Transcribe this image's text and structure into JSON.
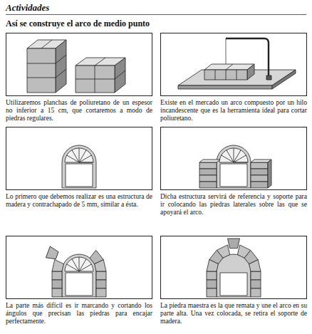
{
  "diagram": {
    "title": "Actividades",
    "nodes": [
      {
        "text": [
          "Utilizaremos planchas de poliuretano de un espesor no inferior a 15 cm, que cortaremos a modo de piedras regulares."
        ]
      },
      {
        "text": [
          "Existe en el mercado un arco compuesto por un hilo incandescente que es la herramienta ideal para cortar poliuretano."
        ]
      },
      {
        "text": [
          "Lo primero que debemos realizar es una estructura de madera y contrachapado de 5 mm, similar a ésta."
        ]
      },
      {
        "text": [
          "Dicha estructura servirá de referencia y soporte para ir colocando las piedras laterales sobre las que se apoyará el arco."
        ]
      },
      {
        "text": [
          "La parte más difícil es ir marcando y cortando los ángulos que precisan las piedras para encajar perfectamente."
        ]
      },
      {
        "text": [
          "La piedra maestra es la que remata y une el arco en su parte alta. Una vez colocada, se retira el soporte de madera."
        ]
      }
    ],
    "labels": [
      "Así se construye el arco de medio punto"
    ]
  }
}
